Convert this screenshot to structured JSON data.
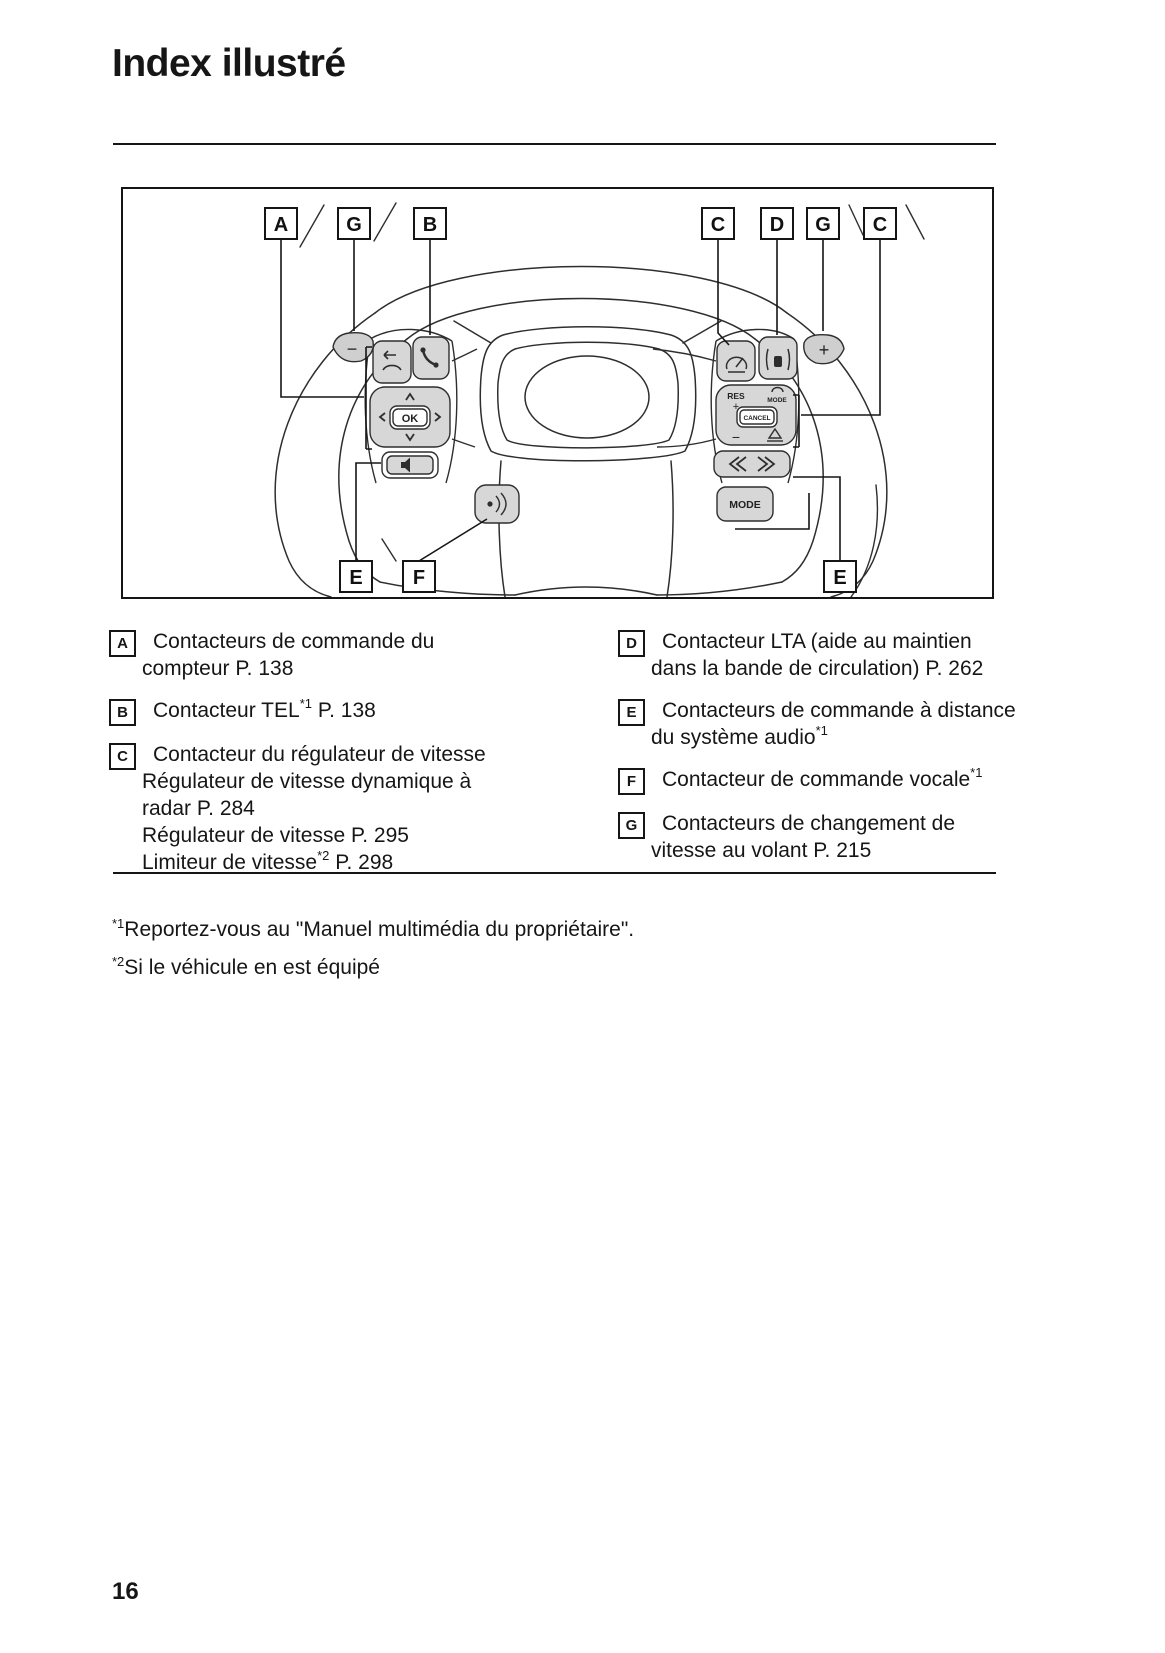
{
  "page": {
    "title": "Index illustré",
    "number": "16"
  },
  "colors": {
    "line": "#2e2e2e",
    "button_fill": "#d7d7d7",
    "text": "#161616"
  },
  "diagram": {
    "callouts_top": [
      "A",
      "G",
      "B",
      "C",
      "D",
      "G",
      "C"
    ],
    "callouts_bottom": [
      "E",
      "F",
      "E"
    ],
    "buttons": {
      "ok": "OK",
      "res": "RES",
      "res_plus": "+",
      "pad_minus": "−",
      "mode_small": "MODE",
      "cancel": "CANCEL",
      "mode": "MODE",
      "paddle_minus": "−",
      "paddle_plus": "+"
    },
    "icons": {
      "back-icon": "handset with return arrow",
      "phone-icon": "telephone handset",
      "volume-icon": "speaker",
      "voice-icon": "voice sound waves",
      "cruise-icon": "cruise-control gauge",
      "lta-icon": "car between lane lines",
      "distance-icon": "vehicle-to-vehicle distance",
      "seek-icon": "double chevrons"
    }
  },
  "legend": {
    "A": {
      "letter": "A",
      "line1": "Contacteurs de commande du",
      "line2": "compteur P. 138"
    },
    "B": {
      "letter": "B",
      "pre": "Contacteur TEL",
      "sup": "*1",
      "post": " P. 138"
    },
    "C": {
      "letter": "C",
      "line1": "Contacteur du régulateur de vitesse",
      "line2": "Régulateur de vitesse dynamique à",
      "line3": "radar P. 284",
      "line4": "Régulateur de vitesse P. 295",
      "line5pre": "Limiteur de vitesse",
      "line5sup": "*2",
      "line5post": " P. 298"
    },
    "D": {
      "letter": "D",
      "line1": "Contacteur LTA (aide au maintien",
      "line2": "dans la bande de circulation) P. 262"
    },
    "E": {
      "letter": "E",
      "line1": "Contacteurs de commande à distance",
      "line2pre": "du système audio",
      "line2sup": "*1"
    },
    "F": {
      "letter": "F",
      "pre": "Contacteur de commande vocale",
      "sup": "*1"
    },
    "G": {
      "letter": "G",
      "line1": "Contacteurs de changement de",
      "line2": "vitesse au volant P. 215"
    }
  },
  "footnotes": {
    "f1": {
      "sup": "*1",
      "text": "Reportez-vous au \"Manuel multimédia du propriétaire\"."
    },
    "f2": {
      "sup": "*2",
      "text": "Si le véhicule en est équipé"
    }
  }
}
